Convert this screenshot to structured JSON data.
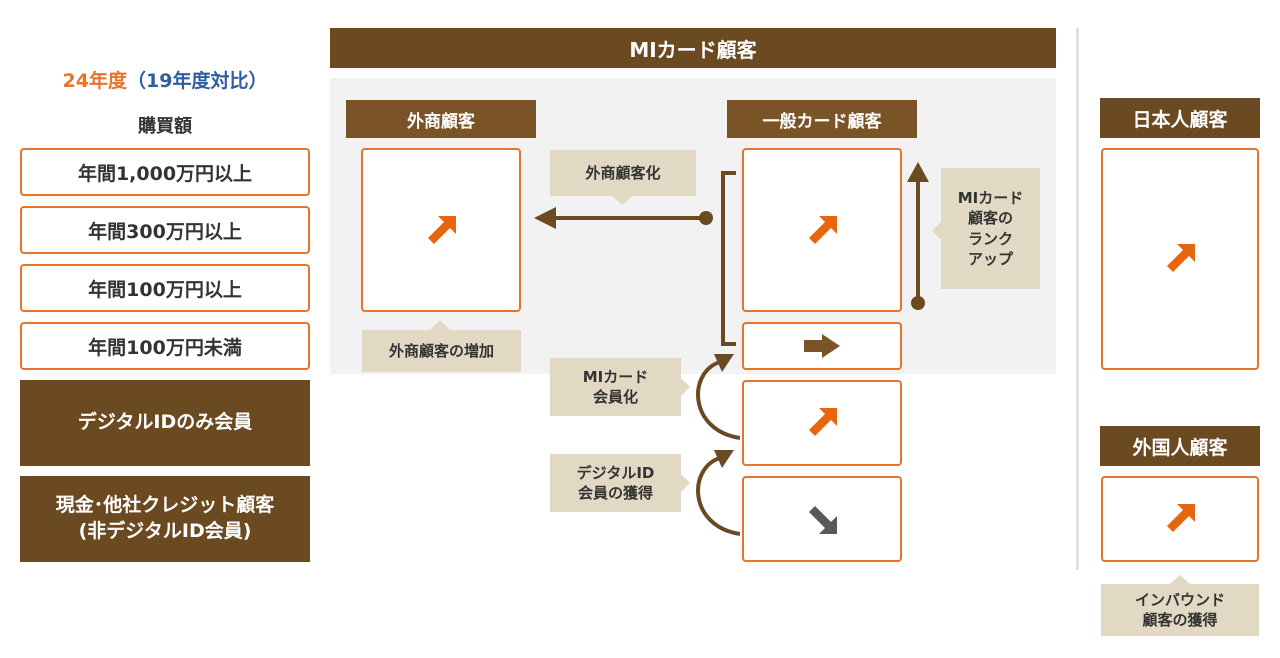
{
  "left": {
    "year_label": "24年度",
    "compare_label": "（19年度対比）",
    "purchase_label": "購買額",
    "tiers": [
      "年間1,000万円以上",
      "年間300万円以上",
      "年間100万円以上",
      "年間100万円未満"
    ],
    "digital_id_only": "デジタルIDのみ会員",
    "cash_other_line1": "現金･他社クレジット顧客",
    "cash_other_line2": "(非デジタルID会員)"
  },
  "center": {
    "title": "MIカード顧客",
    "gaisho_header": "外商顧客",
    "general_header": "一般カード顧客",
    "gaisho_conversion": "外商顧客化",
    "gaisho_increase": "外商顧客の増加",
    "rankup_lines": [
      "MIカード",
      "顧客の",
      "ランク",
      "アップ"
    ],
    "mi_member_lines": [
      "MIカード",
      "会員化"
    ],
    "digital_acq_lines": [
      "デジタルID",
      "会員の獲得"
    ]
  },
  "right": {
    "japanese_header": "日本人顧客",
    "foreign_header": "外国人顧客",
    "inbound_lines": [
      "インバウンド",
      "顧客の獲得"
    ]
  },
  "colors": {
    "brown_dark": "#6b4a22",
    "brown_header": "#7a5427",
    "orange": "#e8742a",
    "orange_arrow": "#e8650f",
    "tan": "#e2d9c4",
    "grey_panel": "#f2f2f2",
    "year_orange": "#e8742a",
    "compare_blue": "#2e5f9e",
    "neutral_arrow": "#5a5a5a"
  },
  "trends": {
    "gaisho": "up-right-arrow",
    "general_top": "up-right-arrow",
    "general_mid": "flat-right-arrow",
    "mi_member": "up-right-arrow",
    "digital": "down-right-arrow",
    "japanese": "up-right-arrow",
    "foreign": "up-right-arrow"
  }
}
